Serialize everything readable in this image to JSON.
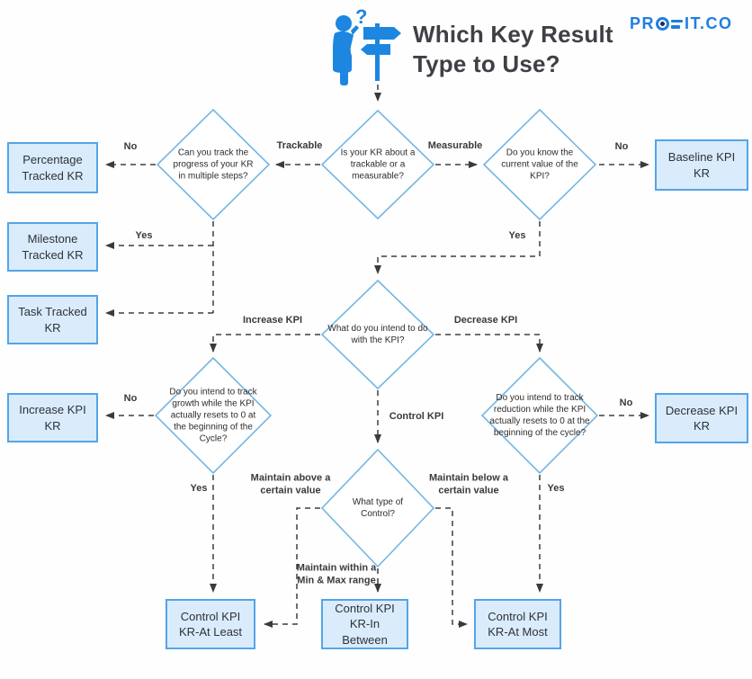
{
  "header": {
    "title_line1": "Which Key Result",
    "title_line2": "Type to Use?",
    "question_mark": "?",
    "logo": {
      "full": "PROFIT.CO",
      "part1": "PR",
      "part2": "IT.CO"
    }
  },
  "colors": {
    "box_fill": "#daecfb",
    "box_border": "#54a4e8",
    "diamond_border": "#74b6e3",
    "connector": "#3a3a3a",
    "logo_blue": "#1e7fe0",
    "icon_blue": "#1c86e0",
    "title_text": "#3e4045"
  },
  "decisions": {
    "trackable_or_measurable": "Is your KR about a trackable or a measurable?",
    "multiple_steps": "Can you track the progress of your KR in multiple steps?",
    "know_current_value": "Do you know the current value of the KPI?",
    "intend_with_kpi": "What do you intend to do with the KPI?",
    "track_growth_reset": "Do you intend to track growth while the KPI actually resets to 0 at the beginning of the Cycle?",
    "track_reduction_reset": "Do you intend to track reduction while the KPI actually resets to 0 at the beginning of the cycle?",
    "type_of_control": "What type of Control?"
  },
  "results": {
    "percentage": "Percentage Tracked KR",
    "milestone": "Milestone Tracked KR",
    "task": "Task Tracked KR",
    "increase": "Increase KPI KR",
    "baseline": "Baseline KPI KR",
    "decrease": "Decrease KPI KR",
    "at_least": "Control KPI KR-At Least",
    "in_between": "Control KPI KR-In Between",
    "at_most": "Control KPI KR-At Most"
  },
  "labels": {
    "no_top_left": "No",
    "trackable": "Trackable",
    "measurable": "Measurable",
    "no_top_right": "No",
    "yes_milestone": "Yes",
    "yes_right": "Yes",
    "increase_kpi": "Increase KPI",
    "decrease_kpi": "Decrease KPI",
    "no_increase": "No",
    "no_decrease": "No",
    "control_kpi": "Control KPI",
    "yes_at_least": "Yes",
    "yes_at_most": "Yes",
    "maintain_above": "Maintain above a certain value",
    "maintain_below": "Maintain below a certain value",
    "maintain_within": "Maintain within a Min & Max range"
  }
}
